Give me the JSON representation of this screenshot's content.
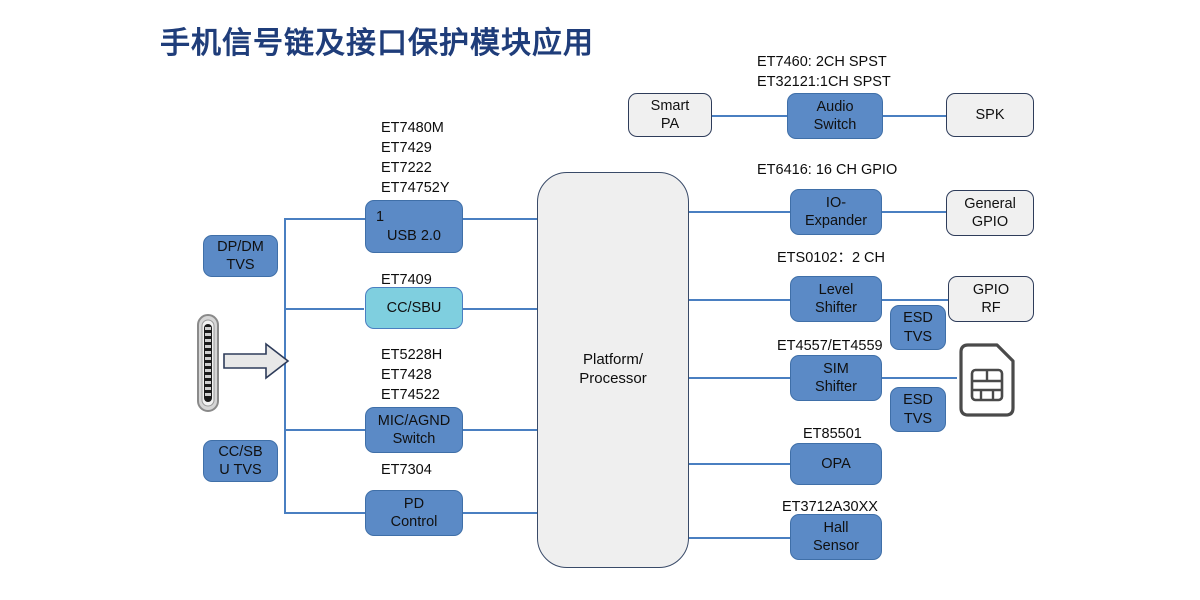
{
  "title": "手机信号链及接口保护模块应用",
  "colors": {
    "title": "#1f3d7a",
    "block_blue": "#5b8ac6",
    "block_cyan": "#7fcfdf",
    "block_gray": "#f0f0f0",
    "line": "#4a7fc1",
    "border_dark": "#2e3c5a"
  },
  "left_column": {
    "tvs_blocks": [
      {
        "id": "dp-dm-tvs",
        "lines": [
          "DP/DM",
          "TVS"
        ]
      },
      {
        "id": "cc-sbu-tvs",
        "lines": [
          "CC/SB",
          "U TVS"
        ]
      }
    ],
    "connector_icon": "usb-c-connector-icon",
    "flow_arrow_icon": "right-arrow-icon"
  },
  "interface_blocks": [
    {
      "id": "usb20",
      "caption": "ET7480M\nET7429\nET7222\nET74752Y",
      "lines": [
        "1",
        "USB 2.0"
      ],
      "style": "blue"
    },
    {
      "id": "cc-sbu",
      "caption": "ET7409",
      "lines": [
        "CC/SBU"
      ],
      "style": "cyan"
    },
    {
      "id": "mic-agnd-switch",
      "caption": "ET5228H\nET7428\nET74522",
      "lines": [
        "MIC/AGND",
        "Switch"
      ],
      "style": "blue"
    },
    {
      "id": "pd-control",
      "caption": "ET7304",
      "lines": [
        "PD",
        "Control"
      ],
      "style": "blue"
    }
  ],
  "platform": {
    "lines": [
      "Platform/",
      "Processor"
    ]
  },
  "audio_chain": {
    "caption": "ET7460: 2CH SPST\nET32121:1CH SPST",
    "source": {
      "id": "smart-pa",
      "lines": [
        "Smart",
        "PA"
      ],
      "style": "gray"
    },
    "switch": {
      "id": "audio-switch",
      "lines": [
        "Audio",
        "Switch"
      ],
      "style": "blue"
    },
    "sink": {
      "id": "spk",
      "lines": [
        "SPK"
      ],
      "style": "gray"
    }
  },
  "right_rows": [
    {
      "id": "io-expander",
      "caption": "ET6416: 16 CH GPIO",
      "device": {
        "lines": [
          "IO-",
          "Expander"
        ],
        "style": "blue"
      },
      "sink": {
        "id": "general-gpio",
        "lines": [
          "General",
          "GPIO"
        ],
        "style": "gray"
      },
      "esd": null
    },
    {
      "id": "level-shifter",
      "caption": "ETS0102：2 CH",
      "device": {
        "lines": [
          "Level",
          "Shifter"
        ],
        "style": "blue"
      },
      "sink": {
        "id": "gpio-rf",
        "lines": [
          "GPIO",
          "RF"
        ],
        "style": "gray"
      },
      "esd": {
        "id": "esd-tvs-level",
        "lines": [
          "ESD",
          "TVS"
        ],
        "style": "blue"
      }
    },
    {
      "id": "sim-shifter",
      "caption": "ET4557/ET4559",
      "device": {
        "lines": [
          "SIM",
          "Shifter"
        ],
        "style": "blue"
      },
      "sink": {
        "id": "sim-card-icon",
        "lines": [],
        "style": "icon"
      },
      "esd": {
        "id": "esd-tvs-sim",
        "lines": [
          "ESD",
          "TVS"
        ],
        "style": "blue"
      }
    },
    {
      "id": "opa",
      "caption": "ET85501",
      "device": {
        "lines": [
          "OPA"
        ],
        "style": "blue"
      },
      "sink": null,
      "esd": null
    },
    {
      "id": "hall-sensor",
      "caption": "ET3712A30XX",
      "device": {
        "lines": [
          "Hall",
          "Sensor"
        ],
        "style": "blue"
      },
      "sink": null,
      "esd": null
    }
  ]
}
